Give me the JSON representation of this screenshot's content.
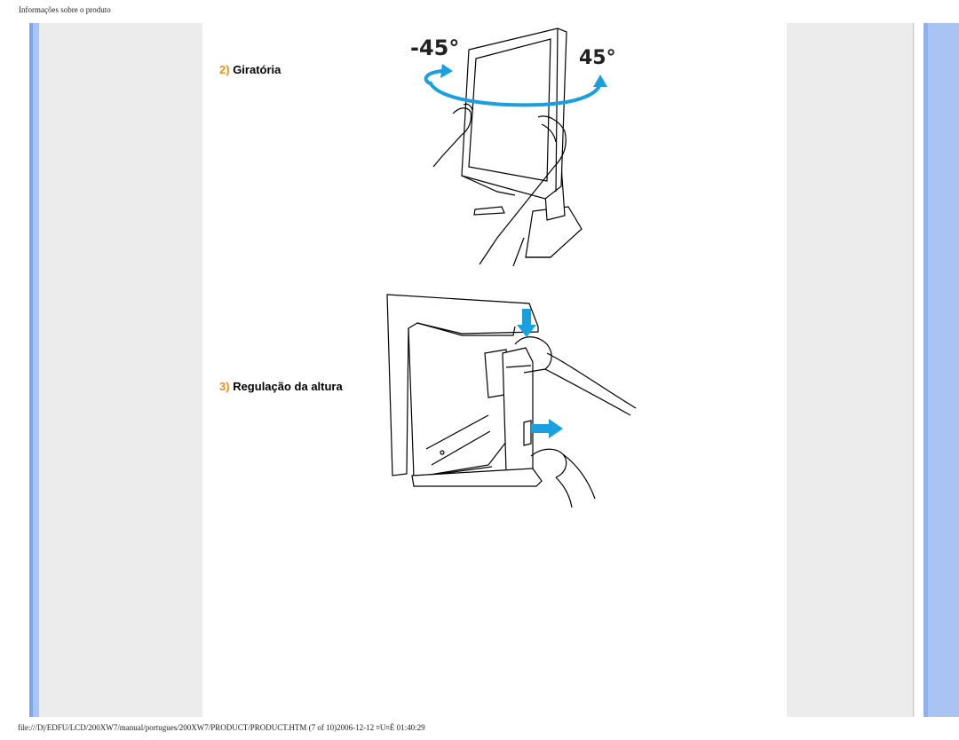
{
  "page": {
    "header": "Informações sobre o produto",
    "footer": "file:///D|/EDFU/LCD/200XW7/manual/portugues/200XW7/PRODUCT/PRODUCT.HTM (7 of 10)2006-12-12 ¤U¤È 01:40:29"
  },
  "sections": [
    {
      "number": "2)",
      "title": "Giratória",
      "figure": {
        "labels": {
          "left": "-45°",
          "right": "45°"
        },
        "arrow_color": "#1a9fe0"
      }
    },
    {
      "number": "3)",
      "title": "Regulação da altura",
      "figure": {
        "arrow_color": "#1a9fe0"
      }
    }
  ],
  "colors": {
    "side_blue": "#a9c4f2",
    "side_gray": "#ececec",
    "number_accent": "#f28c1b"
  }
}
